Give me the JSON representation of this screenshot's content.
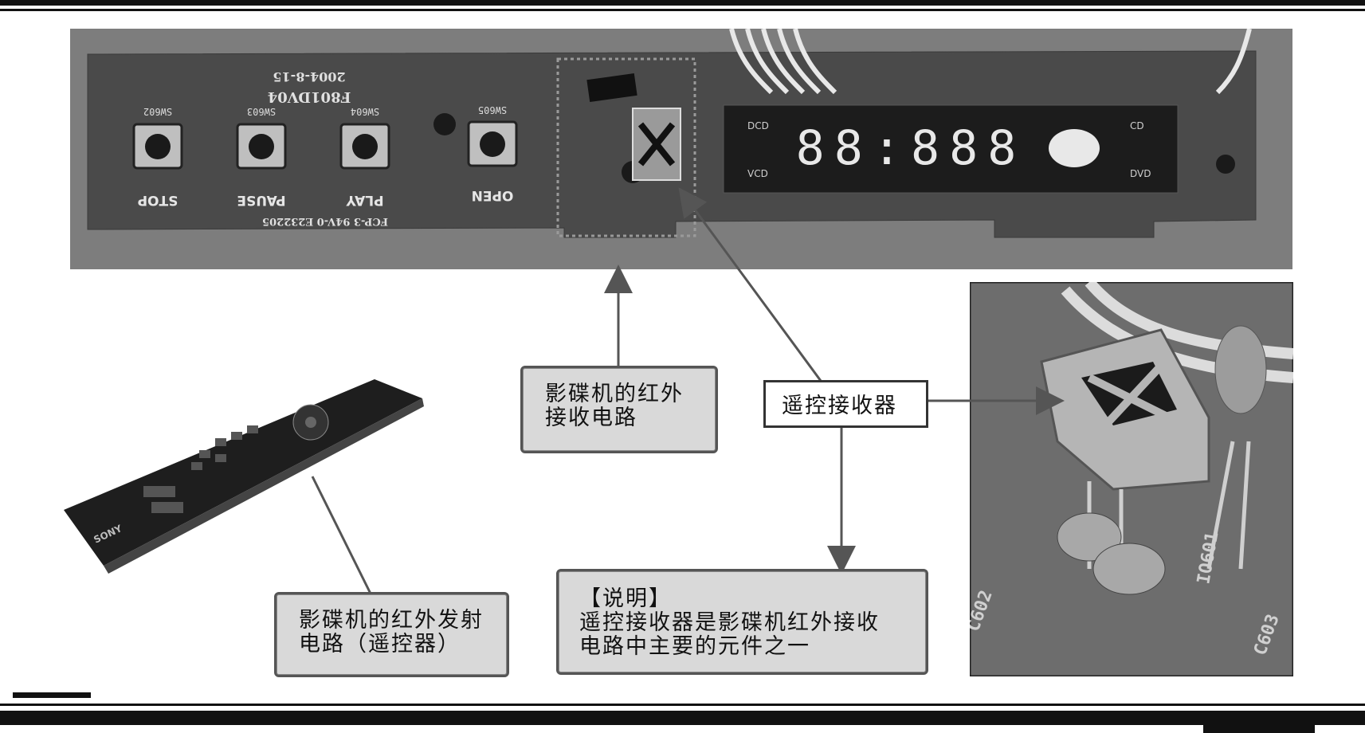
{
  "callouts": {
    "receiver_circuit": {
      "line1": "影碟机的红外",
      "line2": "接收电路"
    },
    "remote_receiver": {
      "text": "遥控接收器"
    },
    "emitter_circuit": {
      "line1": "影碟机的红外发射",
      "line2": "电路（遥控器）"
    },
    "note": {
      "line1": "【说明】",
      "line2": "遥控接收器是影碟机红外接收",
      "line3": "电路中主要的元件之一"
    }
  },
  "pcb": {
    "buttons": [
      "STOP",
      "PAUSE",
      "PLAY",
      "OPEN"
    ],
    "switch_ids": [
      "SW602",
      "SW603",
      "SW604",
      "SW605"
    ],
    "board_id": "F801DV04",
    "date": "2004-8-15",
    "cert": "FCP-3 94V-0 E232205",
    "display_digits": "88:888",
    "display_labels": [
      "CD",
      "DVD",
      "VCD",
      "DCD"
    ]
  },
  "remote": {
    "brand": "SONY"
  },
  "ir_closeup": {
    "labels": [
      "IO601",
      "C602",
      "C603"
    ]
  }
}
